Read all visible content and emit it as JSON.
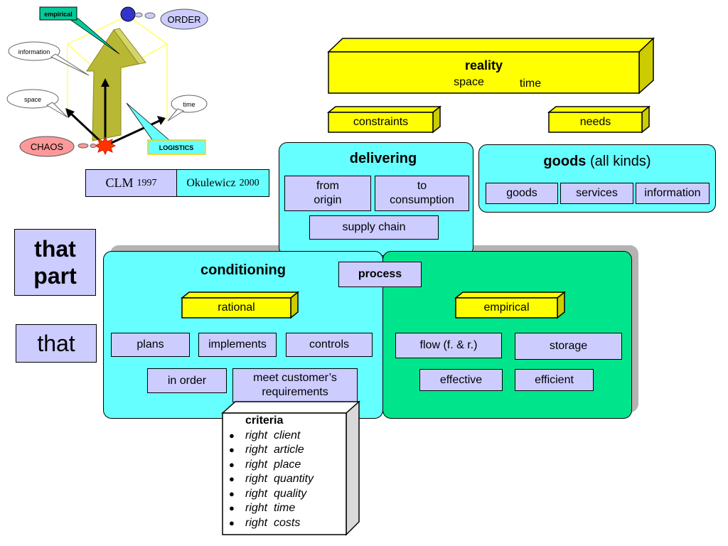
{
  "cube_diagram": {
    "empirical_label": "empirical",
    "order_label": "ORDER",
    "information_label": "information",
    "space_label": "space",
    "time_label": "time",
    "chaos_label": "CHAOS",
    "logistics_label": "LOGISTICS",
    "colors": {
      "cube_edges": "#ffff66",
      "arrow": "#b8b834",
      "chaos": "#ff9999",
      "order": "#ccccff",
      "logistics": "#66ffff",
      "empirical": "#00cc99"
    }
  },
  "credits": {
    "clm": {
      "name": "CLM",
      "year": "1997"
    },
    "okulewicz": {
      "name": "Okulewicz",
      "year": "2000"
    }
  },
  "reality": {
    "title": "reality",
    "space": "space",
    "time": "time"
  },
  "constraints": "constraints",
  "needs": "needs",
  "delivering": {
    "title": "delivering",
    "from_origin_line1": "from",
    "from_origin_line2": "origin",
    "to_consumption_line1": "to",
    "to_consumption_line2": "consumption",
    "supply_chain": "supply chain"
  },
  "goods_panel": {
    "title_bold": "goods",
    "title_rest": " (all kinds)",
    "items": [
      "goods",
      "services",
      "information"
    ]
  },
  "side_labels": {
    "that_part_line1": "that",
    "that_part_line2": "part",
    "that": "that"
  },
  "process": "process",
  "conditioning": {
    "title": "conditioning",
    "rational": "rational",
    "plans": "plans",
    "implements": "implements",
    "controls": "controls",
    "in_order": "in order",
    "meet_line1": "meet customer’s",
    "meet_line2": "requirements"
  },
  "empirical_panel": {
    "label": "empirical",
    "flow": "flow (f. & r.)",
    "storage": "storage",
    "effective": "effective",
    "efficient": "efficient"
  },
  "criteria": {
    "title": "criteria",
    "items": [
      "right  client",
      "right  article",
      "right  place",
      "right  quantity",
      "right  quality",
      "right  time",
      "right  costs"
    ]
  },
  "colors": {
    "yellow": "#ffff00",
    "cyan": "#66ffff",
    "green": "#00e58c",
    "lavender": "#ccccff",
    "shadow": "#b3b3b3"
  }
}
